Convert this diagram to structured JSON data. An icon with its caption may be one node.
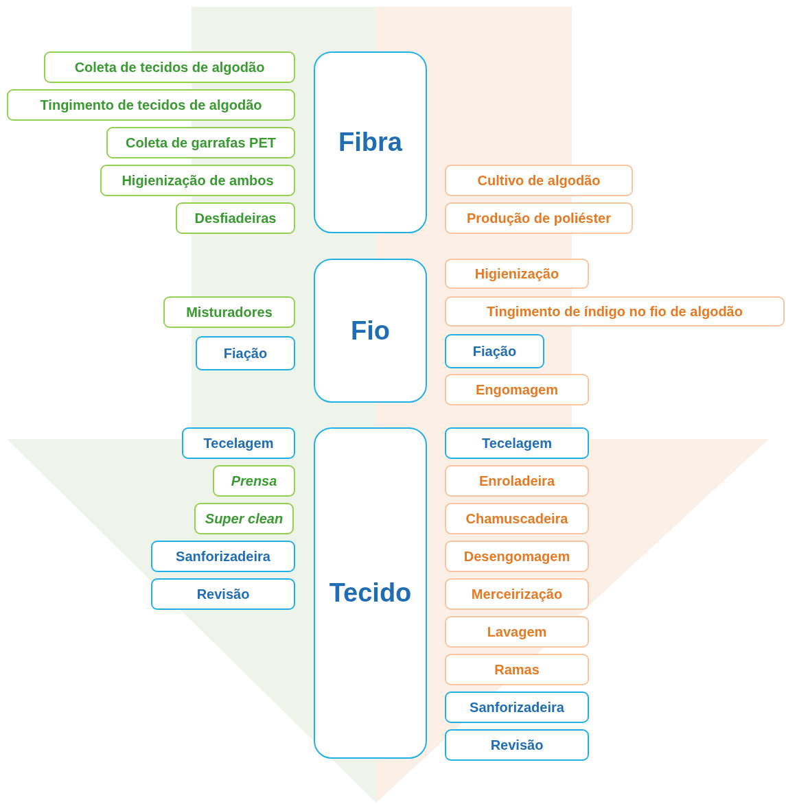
{
  "diagram": {
    "nodes": [
      {
        "text": [
          "Fibra"
        ]
      },
      {
        "text": [
          "Coleta de tecidos de algodão"
        ]
      },
      {
        "text": [
          "Tingimento de tecidos de algodão"
        ]
      },
      {
        "text": [
          "Coleta de garrafas PET"
        ]
      },
      {
        "text": [
          "Higienização de ambos"
        ]
      },
      {
        "text": [
          "Desfiadeiras"
        ]
      },
      {
        "text": [
          "Cultivo de algodão"
        ]
      },
      {
        "text": [
          "Produção de poliéster"
        ]
      },
      {
        "text": [
          "Fio"
        ]
      },
      {
        "text": [
          "Misturadores"
        ]
      },
      {
        "text": [
          "Fiação"
        ]
      },
      {
        "text": [
          "Higienização"
        ]
      },
      {
        "text": [
          "Tingimento de índigo no fio de algodão"
        ]
      },
      {
        "text": [
          "Fiação"
        ]
      },
      {
        "text": [
          "Engomagem"
        ]
      },
      {
        "text": [
          "Tecido"
        ]
      },
      {
        "text": [
          "Tecelagem"
        ]
      },
      {
        "text": [
          "Prensa"
        ]
      },
      {
        "text": [
          "Super clean"
        ]
      },
      {
        "text": [
          "Sanforizadeira"
        ]
      },
      {
        "text": [
          "Revisão"
        ]
      },
      {
        "text": [
          "Tecelagem"
        ]
      },
      {
        "text": [
          "Enroladeira"
        ]
      },
      {
        "text": [
          "Chamuscadeira"
        ]
      },
      {
        "text": [
          "Desengomagem"
        ]
      },
      {
        "text": [
          "Merceirização"
        ]
      },
      {
        "text": [
          "Lavagem"
        ]
      },
      {
        "text": [
          "Ramas"
        ]
      },
      {
        "text": [
          "Sanforizadeira"
        ]
      },
      {
        "text": [
          "Revisão"
        ]
      }
    ]
  }
}
